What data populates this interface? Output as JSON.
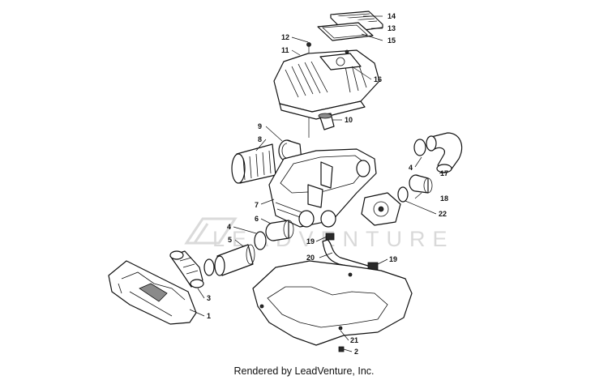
{
  "diagram": {
    "watermark": "LEADVENTURE",
    "footer": "Rendered by LeadVenture, Inc.",
    "callouts": [
      "14",
      "13",
      "15",
      "12",
      "11",
      "16",
      "10",
      "9",
      "8",
      "4",
      "17",
      "7",
      "18",
      "22",
      "6",
      "4",
      "5",
      "19",
      "20",
      "19",
      "3",
      "1",
      "21",
      "2"
    ],
    "colors": {
      "line": "#111111",
      "watermark": "#d9d9d9",
      "background": "#ffffff"
    }
  }
}
